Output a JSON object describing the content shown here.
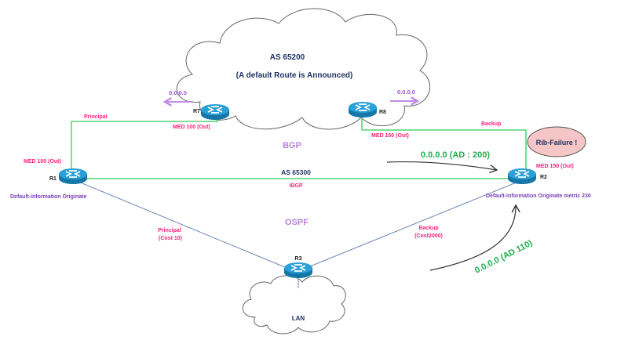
{
  "colors": {
    "bgp_link": "#2ecc5a",
    "ospf_link": "#6f86b5",
    "pink": "#ff1f7a",
    "purple": "#7a3fb8",
    "lavender": "#b87fe0",
    "navy": "#1f3464",
    "green_text": "#1fae4e",
    "rib_fill": "#f6c6c6",
    "router_top": "#2aa0d8",
    "router_side": "#1576a8"
  },
  "clouds": {
    "as65200": {
      "title": "AS 65200",
      "subtitle": "(A default Route is Announced)"
    },
    "lan": {
      "title": "LAN"
    }
  },
  "routers": {
    "r1": {
      "label": "R1",
      "med": "MED 100 (Out)",
      "note": "Default-information Originate"
    },
    "r2": {
      "label": "R2",
      "med": "MED 150 (Out)",
      "note": "Default-information Originate metric 230"
    },
    "r3": {
      "label": "R3"
    },
    "r7": {
      "label": "R7",
      "med": "MED 100 (Out)",
      "advert": "0.0.0.0"
    },
    "r8": {
      "label": "R8",
      "med": "MED 150 (Out)",
      "advert": "0.0.0.0"
    }
  },
  "links": {
    "r1_r7": {
      "label": "Principal"
    },
    "r8_r2": {
      "label": "Backup"
    },
    "r1_r2": {
      "as": "AS 65300",
      "label": "iBGP"
    },
    "r1_r3": {
      "label": "Principal",
      "cost": "(Cost 10)"
    },
    "r3_r2": {
      "label": "Backup",
      "cost": "(Cost2000)"
    }
  },
  "protocols": {
    "bgp": "BGP",
    "ospf": "OSPF"
  },
  "routes": {
    "bgp_route": "0.0.0.0 (AD : 200)",
    "ospf_route": "0.0.0.0 (AD 110)"
  },
  "status": {
    "rib_failure": "Rib-Failure !"
  }
}
